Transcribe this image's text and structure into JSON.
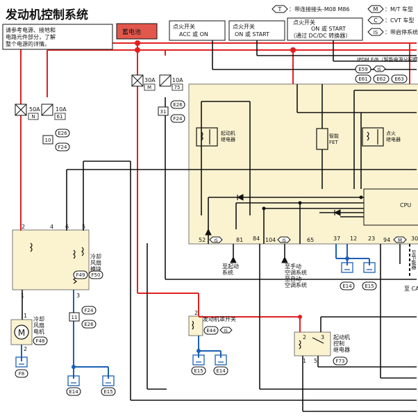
{
  "title": "发动机控制系统",
  "note": [
    "请参考电源、接地和",
    "电路元件部分，了解",
    "整个电源的详情。"
  ],
  "battery": "蓄电池",
  "legend": {
    "t_code": "T",
    "t_text": "：带连接接头-M08 M86",
    "m_code": "M",
    "m_text": "：M/T 车型",
    "c_code": "C",
    "c_text": "：CVT 车型",
    "is_code": "IS",
    "is_text": "：带启停系统"
  },
  "switch_boxes": [
    {
      "lines": [
        "点火开关",
        "ACC 或 ON"
      ]
    },
    {
      "lines": [
        "点火开关",
        "ON 或 START"
      ]
    },
    {
      "lines": [
        "点火开关",
        "ON 或 START",
        "（通过 DC/DC 转换器）"
      ]
    }
  ],
  "fuses": [
    {
      "amp": "50A",
      "id": "N"
    },
    {
      "amp": "10A",
      "id": "61"
    },
    {
      "amp": "30A",
      "id": "M"
    },
    {
      "amp": "10A",
      "id": "75"
    }
  ],
  "connectors": {
    "e26_a": "E26",
    "n10": "10",
    "f24_a": "F24",
    "e26_b": "E26",
    "n31": "31",
    "f24_b": "F24",
    "f24_c": "F24",
    "n11": "11",
    "e26_c": "E26",
    "f49": "F49",
    "f50": "F50",
    "f48": "F48",
    "f8": "F8",
    "e14_a": "E14",
    "e15_a": "E15",
    "e44": "E44",
    "is_e44": "IS",
    "e15_b": "E15",
    "e14_b": "E14",
    "f73": "F73",
    "e14_c": "E14",
    "e15_c": "E15",
    "e59": "E59",
    "is_e59": "IS",
    "e61": "E61",
    "e62": "E62",
    "e63": "E63"
  },
  "ipdm": {
    "title": "IPDM E/R（智能电源分配模块 发动机室）",
    "smart_fet": [
      "智能",
      "FET"
    ],
    "cpu": "CPU",
    "starter_relay": [
      "起动机",
      "继电器"
    ],
    "ign_relay": [
      "点火",
      "继电器"
    ]
  },
  "fan_module": {
    "label": [
      "冷却",
      "风扇",
      "模块"
    ],
    "pins": [
      "2",
      "4",
      "6",
      "5",
      "1",
      "3"
    ]
  },
  "fan_motor": {
    "label": [
      "冷却",
      "风扇",
      "电机"
    ],
    "pins": [
      "1",
      "2"
    ]
  },
  "hood_switch": {
    "label": "发动机罩开关",
    "pin": "2"
  },
  "starter_ctrl_relay": {
    "label": [
      "起动机",
      "控制",
      "继电器"
    ],
    "pins": [
      "2",
      "3",
      "1",
      "5"
    ]
  },
  "terminals": [
    {
      "code": "52",
      "tag": "IS"
    },
    {
      "code": "81",
      "tag": ""
    },
    {
      "code": "84",
      "tag": ""
    },
    {
      "code": "104",
      "tag": "IS"
    },
    {
      "code": "65",
      "tag": ""
    },
    {
      "code": "37",
      "tag": ""
    },
    {
      "code": "12",
      "tag": ""
    },
    {
      "code": "23",
      "tag": ""
    },
    {
      "code": "94",
      "tag": "M"
    },
    {
      "code": "30",
      "tag": ""
    }
  ],
  "dest": {
    "starting": [
      "至起动",
      "系统"
    ],
    "ac": [
      "至手动",
      "空调系统",
      "至自动",
      "空调系统"
    ],
    "ca": "至 CA",
    "vert": "至节能器"
  },
  "colors": {
    "power": "#e02020",
    "ground": "#1a5fb4",
    "black": "#111111",
    "fill": "#fbf3d0",
    "battery": "#e2574c"
  }
}
